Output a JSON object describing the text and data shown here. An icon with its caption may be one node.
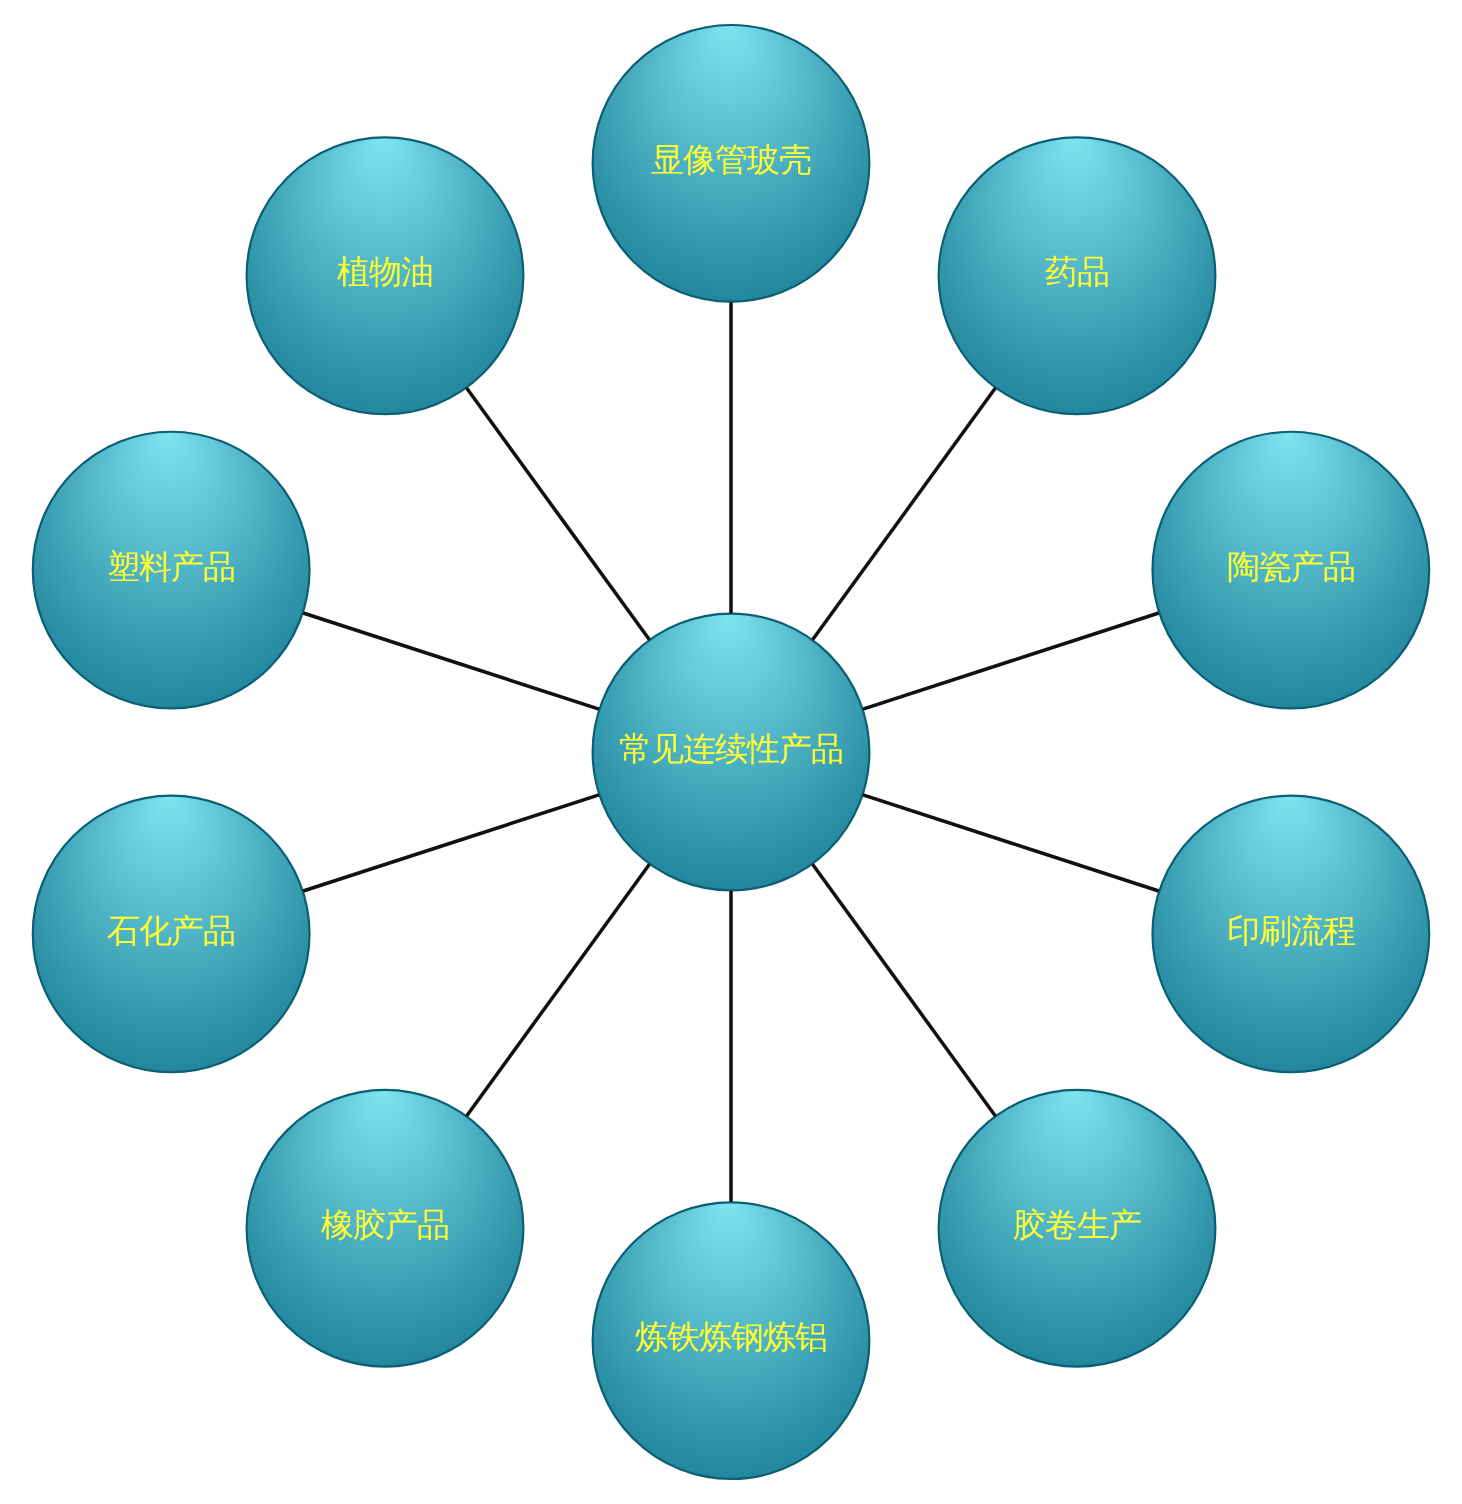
{
  "diagram": {
    "nodes": [
      {
        "text": [
          "常见连续性产品"
        ]
      },
      {
        "text": [
          "陶瓷产品"
        ]
      },
      {
        "text": [
          "药品"
        ]
      },
      {
        "text": [
          "显像管玻壳"
        ]
      },
      {
        "text": [
          "植物油"
        ]
      },
      {
        "text": [
          "塑料产品"
        ]
      },
      {
        "text": [
          "石化产品"
        ]
      },
      {
        "text": [
          "橡胶产品"
        ]
      },
      {
        "text": [
          "炼铁炼钢炼铝"
        ]
      },
      {
        "text": [
          "胶卷生产"
        ]
      },
      {
        "text": [
          "印刷流程"
        ]
      }
    ],
    "edges": [
      {
        "from": 0,
        "to": 1,
        "arrow": "none"
      },
      {
        "from": 0,
        "to": 2,
        "arrow": "none"
      },
      {
        "from": 0,
        "to": 3,
        "arrow": "none"
      },
      {
        "from": 0,
        "to": 4,
        "arrow": "none"
      },
      {
        "from": 0,
        "to": 5,
        "arrow": "none"
      },
      {
        "from": 0,
        "to": 6,
        "arrow": "none"
      },
      {
        "from": 0,
        "to": 7,
        "arrow": "none"
      },
      {
        "from": 0,
        "to": 8,
        "arrow": "none"
      },
      {
        "from": 0,
        "to": 9,
        "arrow": "none"
      },
      {
        "from": 0,
        "to": 10,
        "arrow": "none"
      }
    ]
  }
}
